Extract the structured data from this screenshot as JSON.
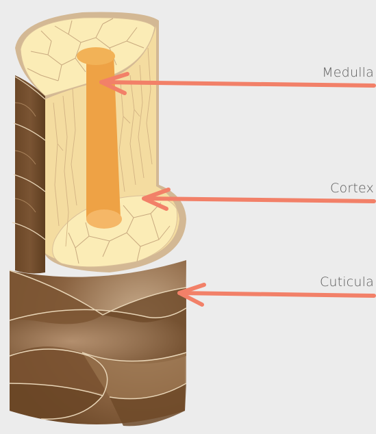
{
  "labels": {
    "medulla": "Medulla",
    "cortex": "Cortex",
    "cuticula": "Cuticula"
  },
  "colors": {
    "background": "#ececec",
    "cuticle_dark": "#6e4a29",
    "cuticle_light": "#c9ad8d",
    "cortex": "#f7e3ad",
    "cortex_cells": "#fbecb6",
    "cortex_rim": "#d3b894",
    "medulla": "#eea245",
    "medulla_top": "#f2b257",
    "arrow": "#f28068",
    "label_text": "#5a5a5a"
  }
}
